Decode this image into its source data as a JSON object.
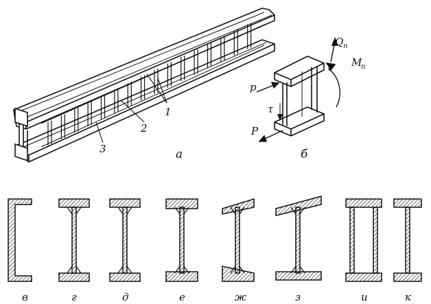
{
  "figure": {
    "part_labels": {
      "a": "а",
      "b": "б"
    },
    "callouts": [
      "1",
      "2",
      "3"
    ],
    "forces": {
      "shear": "Q",
      "shear_sub": "п",
      "moment": "M",
      "moment_sub": "п",
      "p_top": "p",
      "p_bottom": "P",
      "tau": "τ"
    },
    "sections": [
      {
        "id": "v",
        "label": "в",
        "type": "channel"
      },
      {
        "id": "g",
        "label": "г",
        "type": "i-welded-angles"
      },
      {
        "id": "d",
        "label": "д",
        "type": "i-plates"
      },
      {
        "id": "e",
        "label": "е",
        "type": "i-thick-flange"
      },
      {
        "id": "zh",
        "label": "ж",
        "type": "i-tapered-flange"
      },
      {
        "id": "z",
        "label": "з",
        "type": "i-tapered-plate"
      },
      {
        "id": "i",
        "label": "и",
        "type": "box"
      },
      {
        "id": "k",
        "label": "к",
        "type": "i-rolled"
      }
    ]
  }
}
